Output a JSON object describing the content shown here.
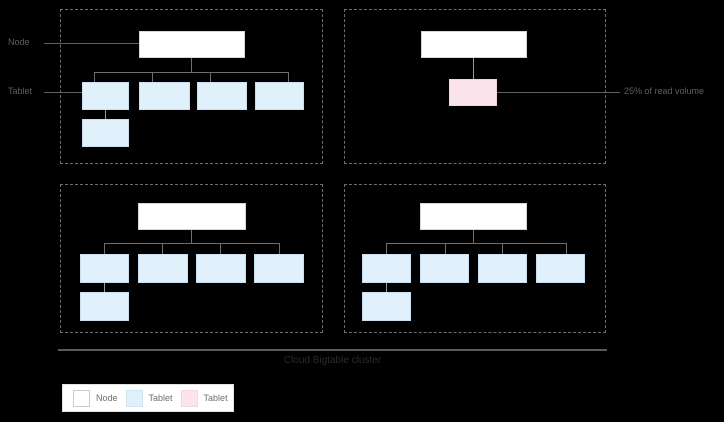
{
  "diagram": {
    "caption": "Cloud Bigtable cluster",
    "annotations": {
      "node_label": "Node",
      "tablet_label": "Tablet",
      "hot_tablet_label": "25% of read volume"
    },
    "legend": {
      "items": [
        {
          "label": "Node",
          "swatch": "node-swatch",
          "color": "#ffffff"
        },
        {
          "label": "Tablet",
          "swatch": "tablet-swatch",
          "color": "#e1f1fb"
        },
        {
          "label": "Tablet",
          "swatch": "hot-tablet-swatch",
          "color": "#fbe4ec"
        }
      ]
    },
    "colors": {
      "background": "#000000",
      "node_fill": "#ffffff",
      "tablet_fill": "#e1f1fb",
      "hot_tablet_fill": "#fbe4ec",
      "stroke": "#6e6e6e",
      "caption_text": "#2b2b2b",
      "label_text": "#5f5f5f"
    },
    "groups": [
      {
        "name": "node-group-top-left",
        "node_count": 1,
        "tablet_count": 5,
        "hot_tablet_count": 0
      },
      {
        "name": "node-group-top-right",
        "node_count": 1,
        "tablet_count": 0,
        "hot_tablet_count": 1
      },
      {
        "name": "node-group-bottom-left",
        "node_count": 1,
        "tablet_count": 5,
        "hot_tablet_count": 0
      },
      {
        "name": "node-group-bottom-right",
        "node_count": 1,
        "tablet_count": 5,
        "hot_tablet_count": 0
      }
    ]
  }
}
